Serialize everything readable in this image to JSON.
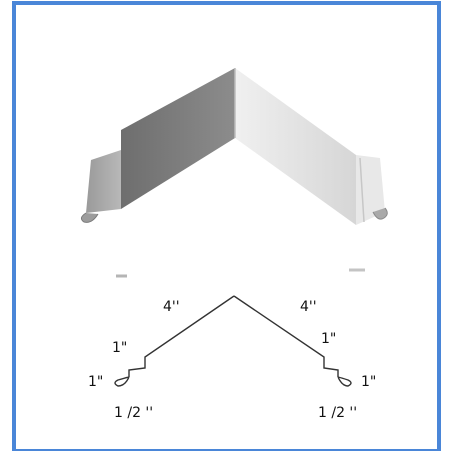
{
  "colors": {
    "border": "#4a86d8",
    "outline": "#333333",
    "panel_light": "#e3e3e3",
    "panel_dark": "#7a7a7a"
  },
  "labels": {
    "left_top": "4''",
    "right_top": "4''",
    "left_mid": "1\"",
    "right_mid": "1\"",
    "left_hem": "1\"",
    "right_hem": "1\"",
    "left_bottom": "1 /2 ''",
    "right_bottom": "1 /2 ''"
  }
}
